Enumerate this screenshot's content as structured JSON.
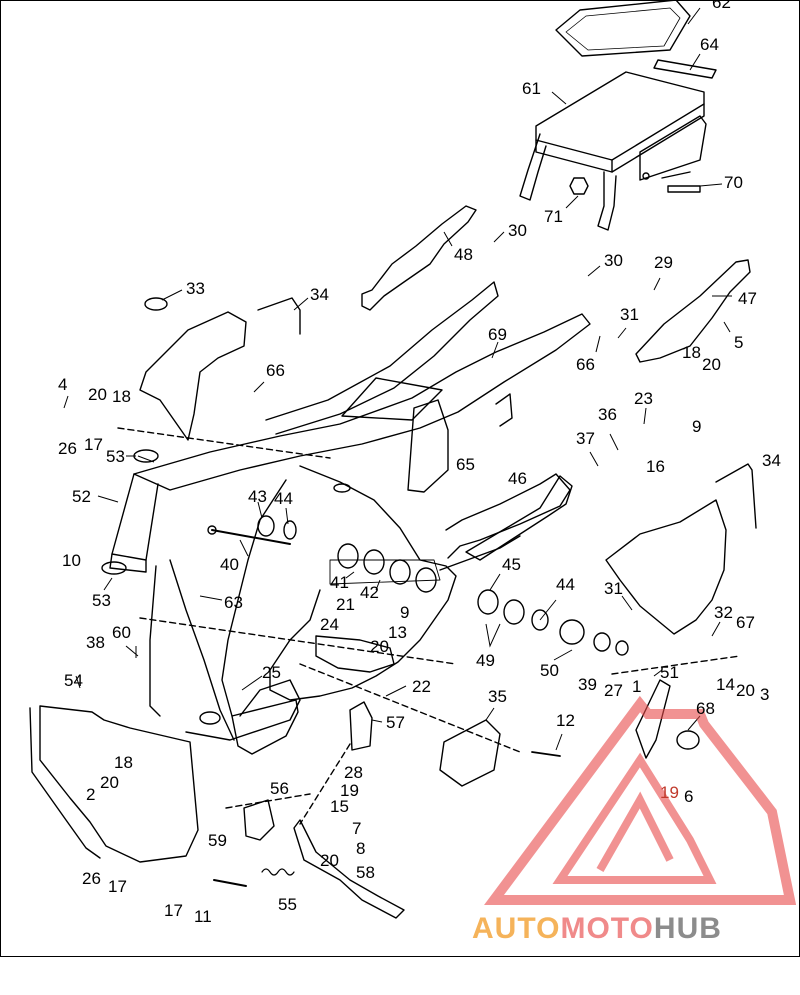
{
  "diagram": {
    "callouts": [
      {
        "id": "c62",
        "text": "62"
      },
      {
        "id": "c64",
        "text": "64"
      },
      {
        "id": "c61",
        "text": "61"
      },
      {
        "id": "c70",
        "text": "70"
      },
      {
        "id": "c71",
        "text": "71"
      },
      {
        "id": "c48",
        "text": "48"
      },
      {
        "id": "c30a",
        "text": "30"
      },
      {
        "id": "c30b",
        "text": "30"
      },
      {
        "id": "c29",
        "text": "29"
      },
      {
        "id": "c47",
        "text": "47"
      },
      {
        "id": "c33",
        "text": "33"
      },
      {
        "id": "c34a",
        "text": "34"
      },
      {
        "id": "c31a",
        "text": "31"
      },
      {
        "id": "c5",
        "text": "5"
      },
      {
        "id": "c69",
        "text": "69"
      },
      {
        "id": "c66a",
        "text": "66"
      },
      {
        "id": "c66b",
        "text": "66"
      },
      {
        "id": "c18a",
        "text": "18"
      },
      {
        "id": "c20a",
        "text": "20"
      },
      {
        "id": "c4",
        "text": "4"
      },
      {
        "id": "c20b",
        "text": "20"
      },
      {
        "id": "c18b",
        "text": "18"
      },
      {
        "id": "c23",
        "text": "23"
      },
      {
        "id": "c9a",
        "text": "9"
      },
      {
        "id": "c36",
        "text": "36"
      },
      {
        "id": "c26a",
        "text": "26"
      },
      {
        "id": "c17a",
        "text": "17"
      },
      {
        "id": "c53a",
        "text": "53"
      },
      {
        "id": "c37",
        "text": "37"
      },
      {
        "id": "c16",
        "text": "16"
      },
      {
        "id": "c65",
        "text": "65"
      },
      {
        "id": "c34b",
        "text": "34"
      },
      {
        "id": "c52",
        "text": "52"
      },
      {
        "id": "c46",
        "text": "46"
      },
      {
        "id": "c43",
        "text": "43"
      },
      {
        "id": "c44a",
        "text": "44"
      },
      {
        "id": "c10",
        "text": "10"
      },
      {
        "id": "c40",
        "text": "40"
      },
      {
        "id": "c45",
        "text": "45"
      },
      {
        "id": "c53b",
        "text": "53"
      },
      {
        "id": "c41",
        "text": "41"
      },
      {
        "id": "c42",
        "text": "42"
      },
      {
        "id": "c9b",
        "text": "9"
      },
      {
        "id": "c44b",
        "text": "44"
      },
      {
        "id": "c31b",
        "text": "31"
      },
      {
        "id": "c63",
        "text": "63"
      },
      {
        "id": "c21",
        "text": "21"
      },
      {
        "id": "c24",
        "text": "24"
      },
      {
        "id": "c13",
        "text": "13"
      },
      {
        "id": "c20c",
        "text": "20"
      },
      {
        "id": "c32",
        "text": "32"
      },
      {
        "id": "c67",
        "text": "67"
      },
      {
        "id": "c60",
        "text": "60"
      },
      {
        "id": "c38",
        "text": "38"
      },
      {
        "id": "c49",
        "text": "49"
      },
      {
        "id": "c50",
        "text": "50"
      },
      {
        "id": "c39",
        "text": "39"
      },
      {
        "id": "c27",
        "text": "27"
      },
      {
        "id": "c1",
        "text": "1"
      },
      {
        "id": "c51",
        "text": "51"
      },
      {
        "id": "c14",
        "text": "14"
      },
      {
        "id": "c20d",
        "text": "20"
      },
      {
        "id": "c3",
        "text": "3"
      },
      {
        "id": "c25",
        "text": "25"
      },
      {
        "id": "c54",
        "text": "54"
      },
      {
        "id": "c22",
        "text": "22"
      },
      {
        "id": "c35",
        "text": "35"
      },
      {
        "id": "c57",
        "text": "57"
      },
      {
        "id": "c12",
        "text": "12"
      },
      {
        "id": "c68",
        "text": "68"
      },
      {
        "id": "c18c",
        "text": "18"
      },
      {
        "id": "c20e",
        "text": "20"
      },
      {
        "id": "c2",
        "text": "2"
      },
      {
        "id": "c28",
        "text": "28"
      },
      {
        "id": "c19a",
        "text": "19"
      },
      {
        "id": "c56",
        "text": "56"
      },
      {
        "id": "c15",
        "text": "15"
      },
      {
        "id": "c19b",
        "text": "19"
      },
      {
        "id": "c6",
        "text": "6"
      },
      {
        "id": "c7",
        "text": "7"
      },
      {
        "id": "c8",
        "text": "8"
      },
      {
        "id": "c59",
        "text": "59"
      },
      {
        "id": "c20f",
        "text": "20"
      },
      {
        "id": "c58",
        "text": "58"
      },
      {
        "id": "c26b",
        "text": "26"
      },
      {
        "id": "c17b",
        "text": "17"
      },
      {
        "id": "c17c",
        "text": "17"
      },
      {
        "id": "c11",
        "text": "11"
      },
      {
        "id": "c55",
        "text": "55"
      }
    ],
    "watermark": {
      "parts": [
        "AUTO",
        "MOTO",
        "HUB"
      ],
      "colors": [
        "#f5b35a",
        "#f08a8a",
        "#8c8c8c"
      ]
    }
  }
}
